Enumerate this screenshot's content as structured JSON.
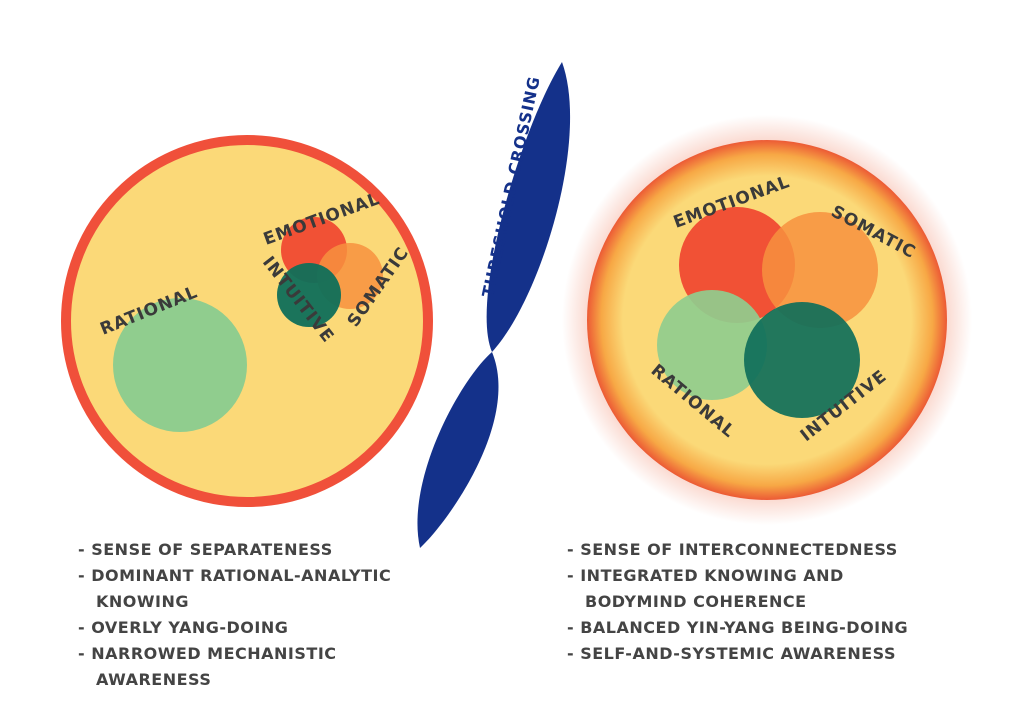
{
  "colors": {
    "ring_red": "#f0503a",
    "fill_yellow": "#fbd978",
    "emotional": "#f04a32",
    "somatic": "#f7913e",
    "rational": "#90cd8e",
    "intuitive": "#0f6f5a",
    "threshold_blue": "#14318a"
  },
  "threshold": {
    "label": "THRESHOLD CROSSING"
  },
  "left": {
    "labels": {
      "rational": "RATIONAL",
      "emotional": "EMOTIONAL",
      "intuitive": "INTUITIVE",
      "somatic": "SOMATIC"
    },
    "items": [
      "SENSE OF SEPARATENESS",
      "DOMINANT RATIONAL-ANALYTIC KNOWING",
      "OVERLY YANG-DOING",
      "NARROWED MECHANISTIC AWARENESS"
    ]
  },
  "right": {
    "labels": {
      "rational": "RATIONAL",
      "emotional": "EMOTIONAL",
      "intuitive": "INTUITIVE",
      "somatic": "SOMATIC"
    },
    "items": [
      "SENSE OF INTERCONNECTEDNESS",
      "INTEGRATED KNOWING AND BODYMIND COHERENCE",
      "BALANCED YIN-YANG BEING-DOING",
      "SELF-AND-SYSTEMIC AWARENESS"
    ]
  }
}
